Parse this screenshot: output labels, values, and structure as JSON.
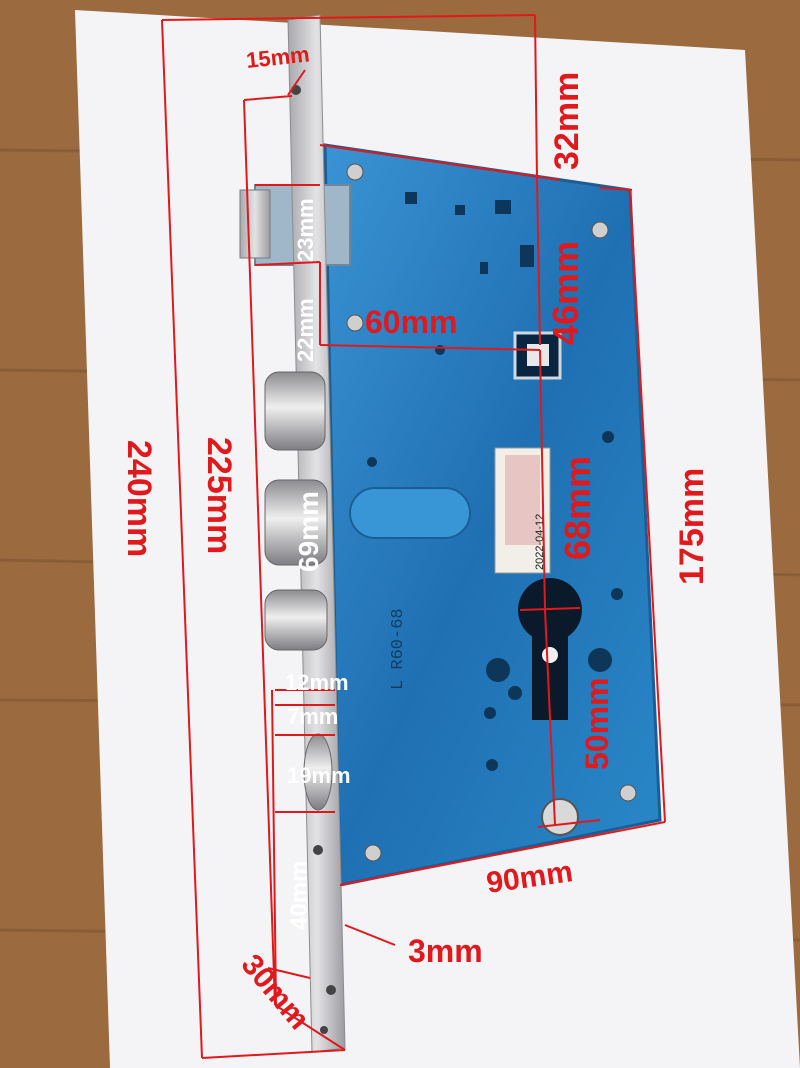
{
  "colors": {
    "wood": "#9b6a3e",
    "paper": "#f4f4f6",
    "blue_plate": "#2a7fc0",
    "steel": "#c9c9cc",
    "red": "#e0191c",
    "white_label": "#ffffff"
  },
  "plate": {
    "model_text": "L R60-68",
    "sticker_date": "2022-04-12"
  },
  "dimensions": {
    "d15": "15mm",
    "d32": "32mm",
    "d23": "23mm",
    "d46": "46mm",
    "d60": "60mm",
    "d22": "22mm",
    "d240": "240mm",
    "d225": "225mm",
    "d175": "175mm",
    "d68": "68mm",
    "d69": "69mm",
    "d12": "12mm",
    "d7": "7mm",
    "d19": "19mm",
    "d50": "50mm",
    "d90": "90mm",
    "d40": "40mm",
    "d3": "3mm",
    "d30": "30mm"
  }
}
